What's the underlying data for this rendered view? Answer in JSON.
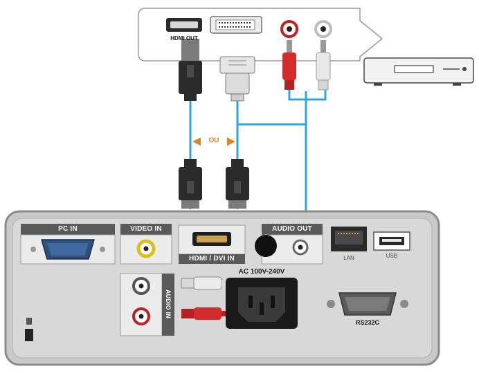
{
  "source_device": {
    "hdmi_out_label": "HDMI OUT"
  },
  "connection": {
    "or_label": "OU"
  },
  "projector_panel": {
    "pc_in_label": "PC IN",
    "video_in_label": "VIDEO IN",
    "hdmi_dvi_in_label": "HDMI / DVI IN",
    "audio_out_label": "AUDIO OUT",
    "lan_label": "LAN",
    "usb_label": "USB",
    "audio_in_label": "AUDIO IN",
    "power_label": "AC 100V-240V",
    "rs232c_label": "RS232C"
  },
  "colors": {
    "cable_blue": "#2fa6d9",
    "audio_red": "#d22b2b",
    "audio_white": "#e8e8e8",
    "panel_gray": "#c9c9c9",
    "label_dark": "#5a5a5a",
    "or_orange": "#e0821f"
  }
}
